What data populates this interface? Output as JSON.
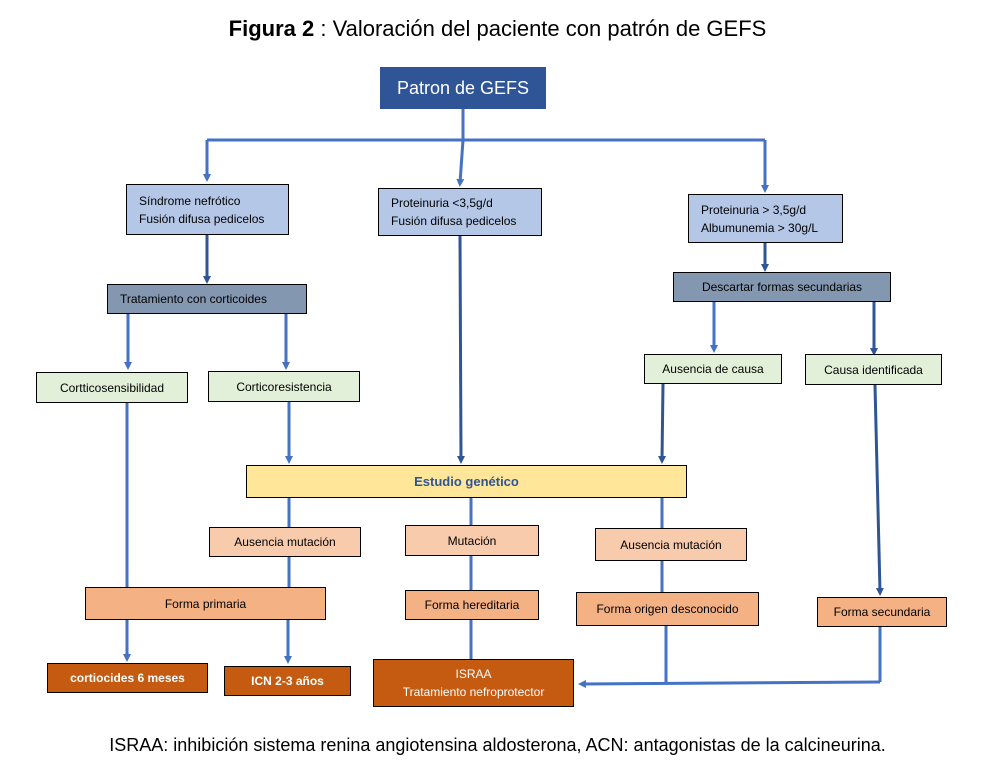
{
  "title": {
    "bold": "Figura 2",
    "rest": " : Valoración del paciente con patrón de GEFS"
  },
  "nodes": {
    "root": "Patron de GEFS",
    "nephrotic_l1": "Síndrome nefrótico",
    "nephrotic_l2": "Fusión difusa pedicelos",
    "prot_low_l1": "Proteinuria <3,5g/d",
    "prot_low_l2": "Fusión difusa pedicelos",
    "prot_high_l1": "Proteinuria > 3,5g/d",
    "prot_high_l2": "Albumunemia > 30g/L",
    "corticoid_tx": "Tratamiento con  corticoides",
    "rule_out": "Descartar formas secundarias",
    "corticosens": "Cortticosensibilidad",
    "corticores": "Corticoresistencia",
    "no_cause": "Ausencia  de  causa",
    "cause_found": "Causa identificada",
    "genetic": "Estudio genético",
    "no_mut_left": "Ausencia mutación",
    "mutation": "Mutación",
    "no_mut_right": "Ausencia mutación",
    "primary": "Forma primaria",
    "hereditary": "Forma hereditaria",
    "unknown": "Forma origen desconocido",
    "secondary": "Forma secundaria",
    "cort6": "cortiocides 6 meses",
    "icn": "ICN 2-3 años",
    "israa_l1": "ISRAA",
    "israa_l2": "Tratamiento nefroprotector"
  },
  "footnote": "ISRAA: inhibición sistema renina angiotensina aldosterona, ACN: antagonistas de la calcineurina.",
  "colors": {
    "arrow": "#4472c4",
    "arrow_dark": "#2f5597",
    "navy": "#2f5597",
    "light_blue": "#b4c7e7",
    "slate": "#8497b0",
    "light_green": "#e2f0d9",
    "yellow": "#ffe699",
    "peach": "#f8cbad",
    "salmon": "#f4b183",
    "brown": "#c55a11"
  }
}
